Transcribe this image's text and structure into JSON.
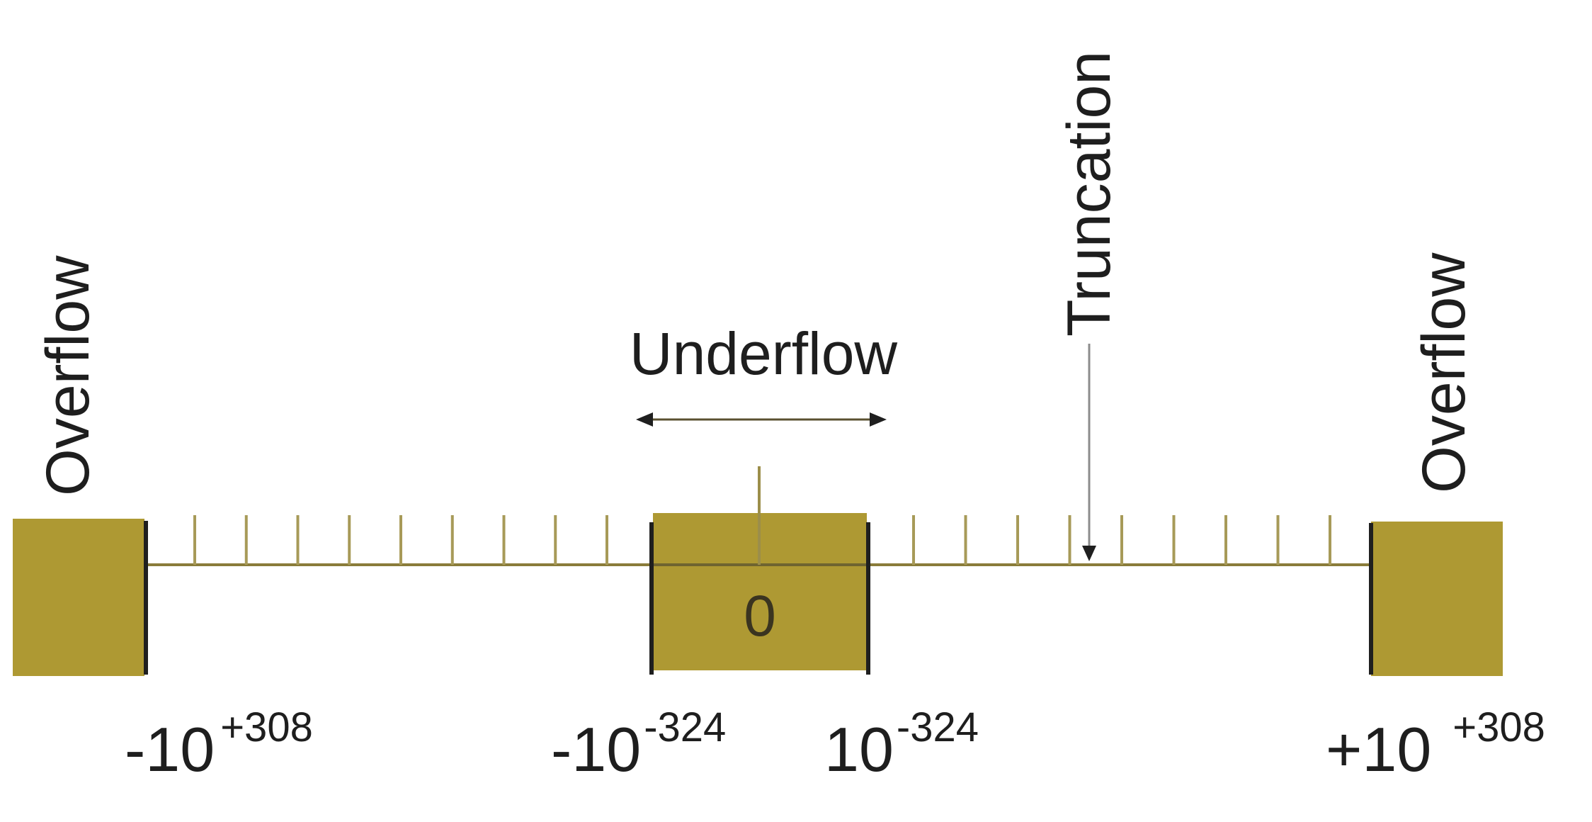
{
  "colors": {
    "fill": "#ae9933",
    "line": "#8a7c3a",
    "tick": "#a79a58",
    "edge": "#1f1f1f",
    "text": "#1e1e1e"
  },
  "labels": {
    "overflow_left": "Overflow",
    "overflow_right": "Overflow",
    "underflow": "Underflow",
    "truncation": "Truncation",
    "zero": "0"
  },
  "bounds": {
    "neg_max": {
      "base": "-10",
      "exp": "+308"
    },
    "neg_min": {
      "base": "-10",
      "exp": "-324"
    },
    "pos_min": {
      "base": "10",
      "exp": "-324"
    },
    "pos_max": {
      "base": "+10",
      "exp": "+308"
    }
  },
  "ticks": {
    "negative_side": 9,
    "positive_side": 9
  }
}
